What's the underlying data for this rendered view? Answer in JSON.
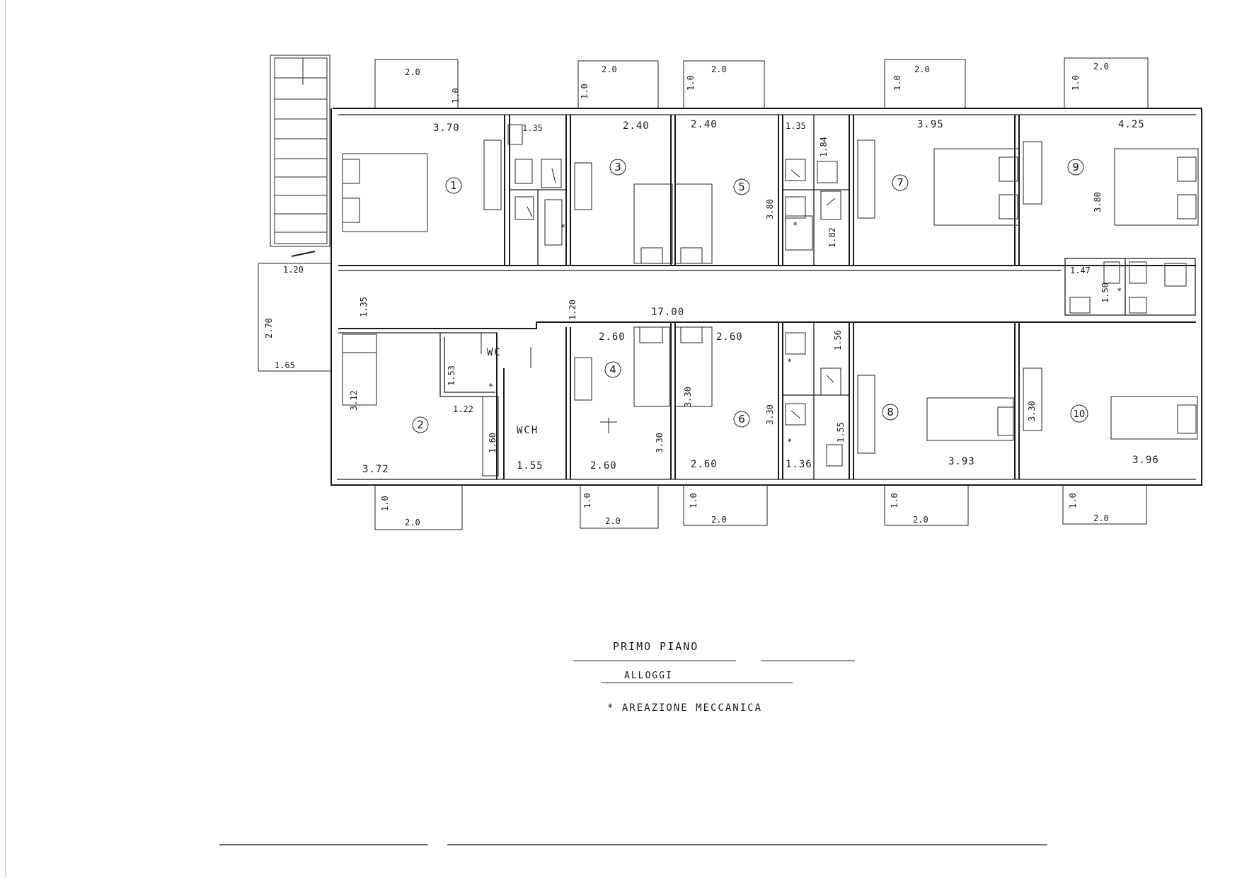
{
  "title": "PRIMO PIANO",
  "subtitle": "ALLOGGI",
  "legend": "* AREAZIONE MECCANICA",
  "rooms": [
    {
      "num": "1",
      "w": "3.70"
    },
    {
      "num": "2",
      "w": "3.72",
      "h": "3.12"
    },
    {
      "num": "3",
      "w": "2.40"
    },
    {
      "num": "4",
      "w": "2.60",
      "h": "3.30"
    },
    {
      "num": "5",
      "w": "2.40",
      "h": "3.80"
    },
    {
      "num": "6",
      "w": "2.60",
      "h": "3.30"
    },
    {
      "num": "7",
      "w": "3.95"
    },
    {
      "num": "8",
      "w": "3.93"
    },
    {
      "num": "9",
      "w": "4.25",
      "h": "3.80"
    },
    {
      "num": "10",
      "w": "3.96",
      "h": "3.30"
    }
  ],
  "dims": {
    "corridor_len": "17.00",
    "corridor_w": "1.35",
    "corridor_w2": "1.20",
    "stair_w": "1.20",
    "stair_h": "2.70",
    "stair_b": "1.65",
    "bath1_w": "1.35",
    "bath5_w": "1.35",
    "bath5_h1": "1.84",
    "bath5_h2": "1.82",
    "wc_h": "1.53",
    "wc_w": "1.22",
    "wch_h": "1.60",
    "wch_w": "1.55",
    "room4_bottom": "2.60",
    "bath6_h": "1.56",
    "bath6_h2": "1.55",
    "bath6_w": "1.36",
    "bath9_w": "1.47",
    "bath9_h": "1.50",
    "room10_left": "3.30",
    "balcony_w": "2.0",
    "balcony_d": "1.0"
  },
  "labels": {
    "wc": "WC",
    "wch": "WCH",
    "star": "*"
  }
}
